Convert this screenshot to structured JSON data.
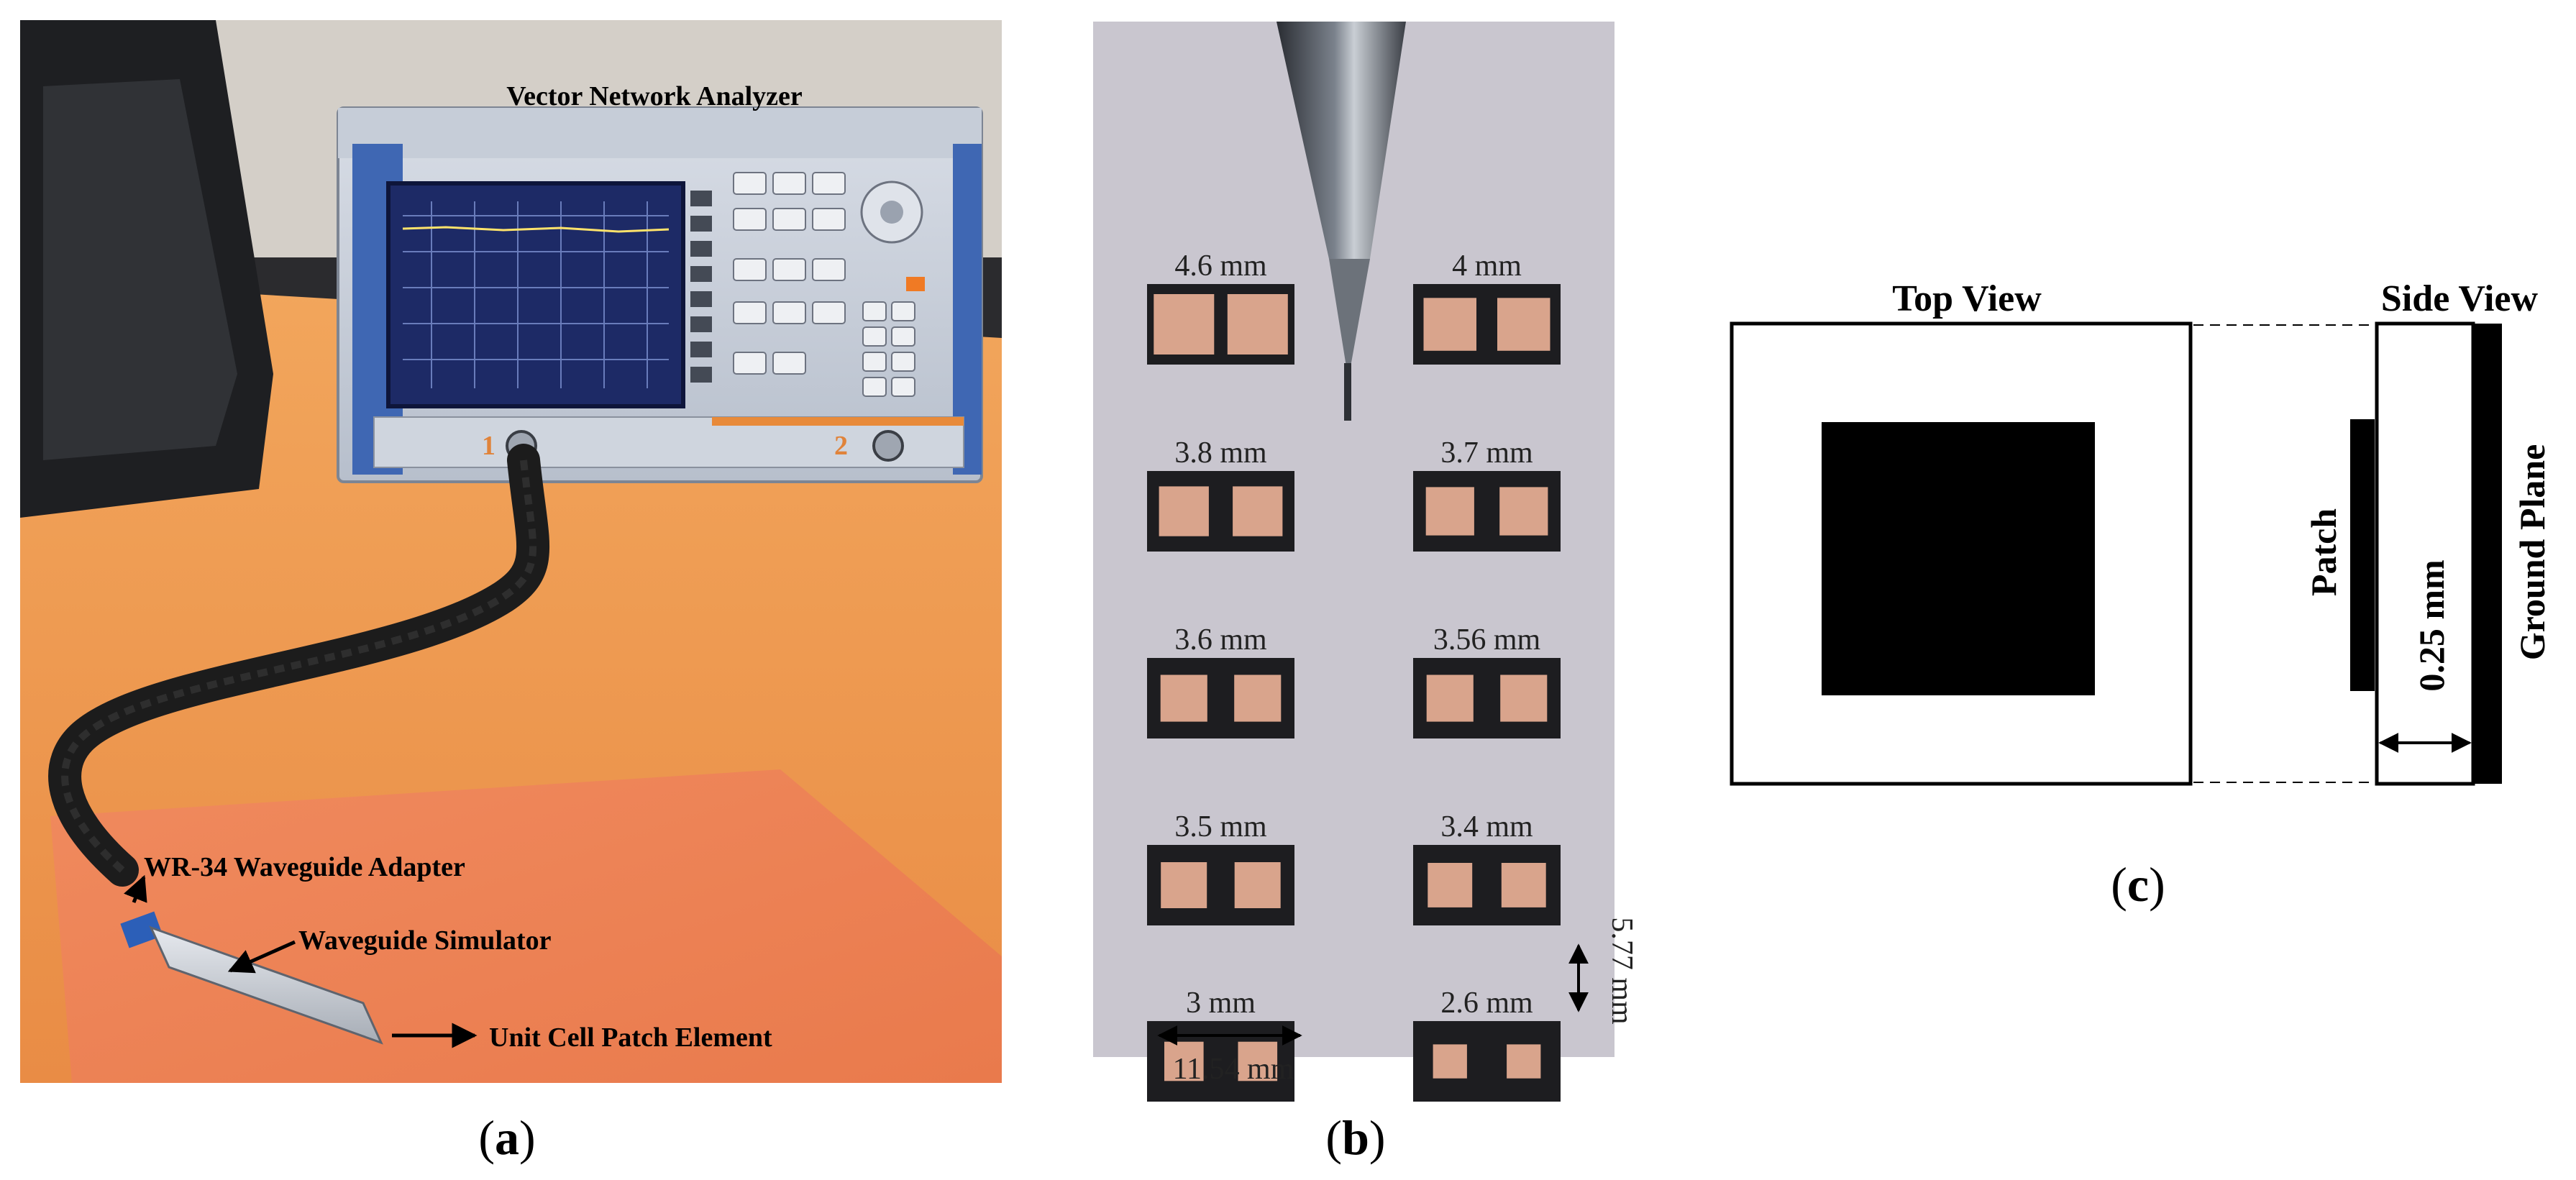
{
  "panel_a": {
    "label_open": "(",
    "label_letter": "a",
    "label_close": ")",
    "vna_label": "Vector Network Analyzer",
    "adapter_label": "WR-34 Waveguide Adapter",
    "simulator_label": "Waveguide Simulator",
    "patch_element_label": "Unit Cell Patch Element",
    "instrument_port_1": "1",
    "instrument_port_2": "2"
  },
  "panel_b": {
    "label_open": "(",
    "label_letter": "b",
    "label_close": ")",
    "samples": [
      {
        "label": "4.6 mm",
        "patch_ratio": 0.8
      },
      {
        "label": "4 mm",
        "patch_ratio": 0.7
      },
      {
        "label": "3.8 mm",
        "patch_ratio": 0.66
      },
      {
        "label": "3.7 mm",
        "patch_ratio": 0.64
      },
      {
        "label": "3.6 mm",
        "patch_ratio": 0.62
      },
      {
        "label": "3.56 mm",
        "patch_ratio": 0.62
      },
      {
        "label": "3.5 mm",
        "patch_ratio": 0.61
      },
      {
        "label": "3.4 mm",
        "patch_ratio": 0.59
      },
      {
        "label": "3 mm",
        "patch_ratio": 0.52
      },
      {
        "label": "2.6 mm",
        "patch_ratio": 0.45
      }
    ],
    "width_dimension": "11.54 mm",
    "height_dimension": "5.77 mm"
  },
  "panel_c": {
    "label_open": "(",
    "label_letter": "c",
    "label_close": ")",
    "top_view_title": "Top View",
    "side_view_title": "Side View",
    "patch_label": "Patch",
    "thickness_label": "0.25 mm",
    "ground_plane_label": "Ground Plane"
  }
}
